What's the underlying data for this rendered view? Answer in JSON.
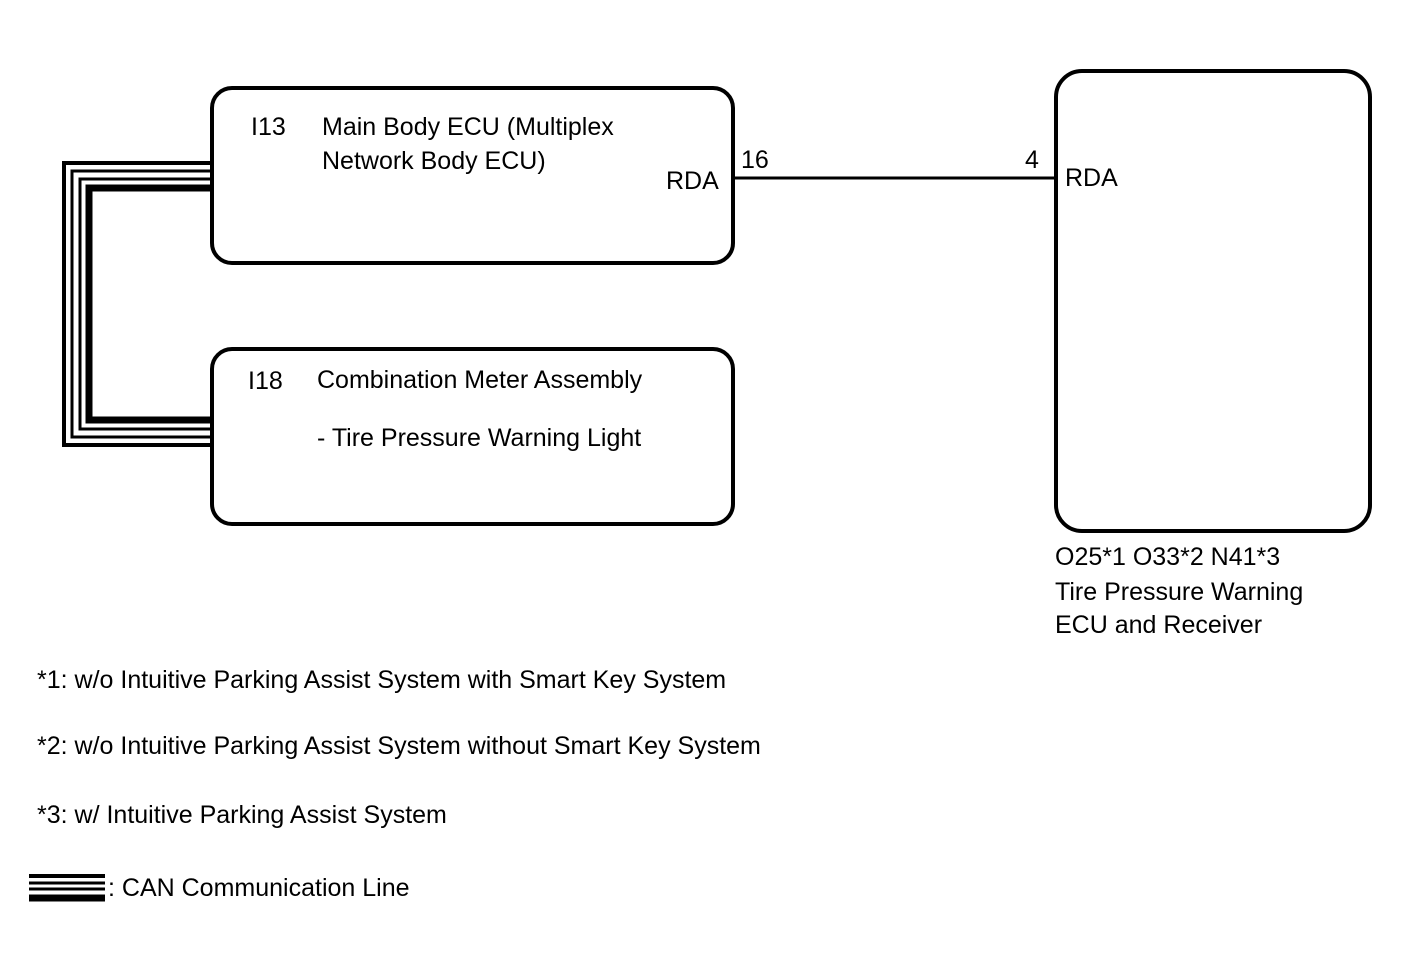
{
  "main_ecu": {
    "code": "I13",
    "name_line1": "Main Body ECU (Multiplex",
    "name_line2": "Network Body ECU)",
    "pin_name": "RDA",
    "pin_number": "16"
  },
  "meter": {
    "code": "I18",
    "name": "Combination Meter Assembly",
    "sub_item": "- Tire Pressure Warning Light"
  },
  "tpms_ecu": {
    "pin_name": "RDA",
    "pin_number": "4",
    "codes": "O25*1 O33*2 N41*3",
    "name_line1": "Tire Pressure Warning",
    "name_line2": "ECU and Receiver"
  },
  "notes": [
    "*1: w/o Intuitive Parking Assist System with Smart Key System",
    "*2: w/o Intuitive Parking Assist System without Smart Key System",
    "*3: w/ Intuitive Parking Assist System"
  ],
  "legend": {
    "can_line": ": CAN Communication Line"
  }
}
